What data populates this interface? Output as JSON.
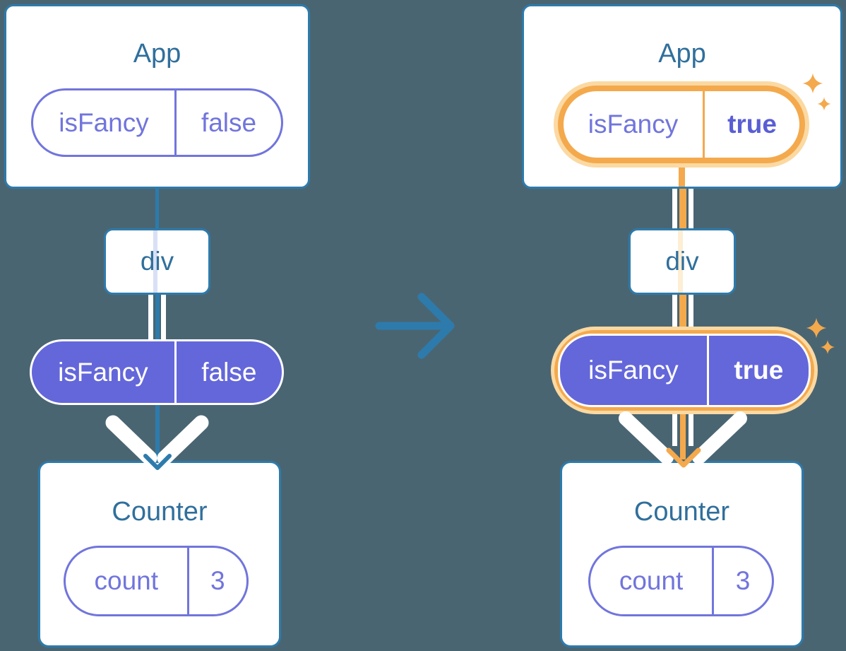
{
  "colors": {
    "background": "#4a6572",
    "blue": "#2d7bac",
    "title_blue": "#306f9c",
    "purple": "#7175dc",
    "purple_fill": "#6467da",
    "purple_bold": "#5a5ed4",
    "orange": "#f4a94c",
    "orange_light": "#fbd9a2",
    "orange_faint": "#fdeed4",
    "lavender_faint": "#d9e0f6"
  },
  "before": {
    "app": {
      "title": "App",
      "prop": {
        "key": "isFancy",
        "value": "false"
      }
    },
    "container": {
      "label": "div"
    },
    "passed_prop": {
      "key": "isFancy",
      "value": "false"
    },
    "counter": {
      "title": "Counter",
      "state": {
        "key": "count",
        "value": "3"
      }
    }
  },
  "after": {
    "app": {
      "title": "App",
      "prop": {
        "key": "isFancy",
        "value": "true"
      }
    },
    "container": {
      "label": "div"
    },
    "passed_prop": {
      "key": "isFancy",
      "value": "true"
    },
    "counter": {
      "title": "Counter",
      "state": {
        "key": "count",
        "value": "3"
      }
    }
  },
  "icons": {
    "transition_arrow": "right-arrow",
    "sparkle": "four-point-star"
  }
}
